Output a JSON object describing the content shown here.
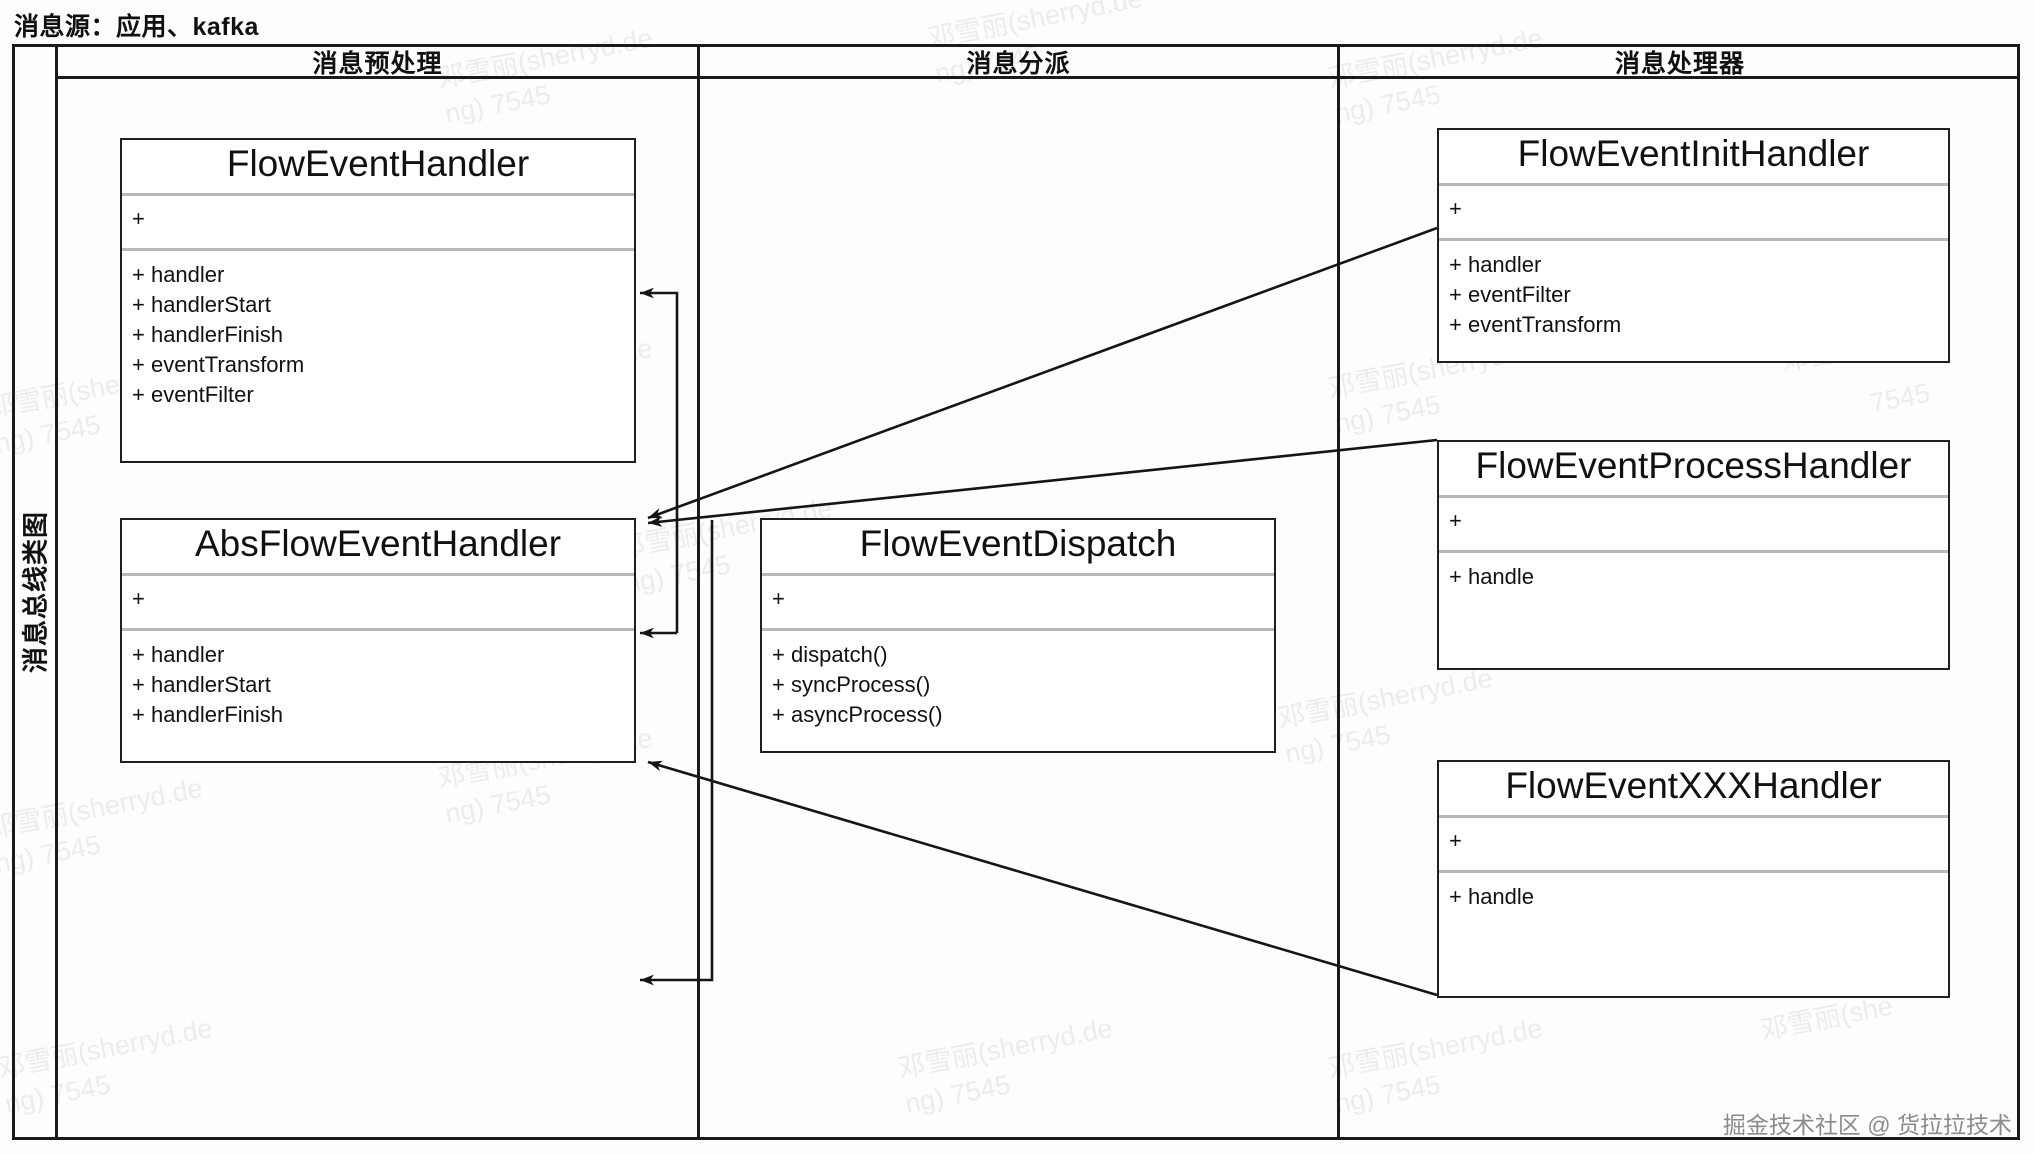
{
  "diagram": {
    "title": "消息源：应用、kafka",
    "lane_label": "消息总线类图",
    "credit": "掘金技术社区 @ 货拉拉技术",
    "watermark_line1": "邓雪丽(sherryd.de",
    "watermark_line2": "ng) 7545"
  },
  "columns": [
    {
      "id": "preprocess",
      "header": "消息预处理"
    },
    {
      "id": "dispatch",
      "header": "消息分派"
    },
    {
      "id": "handler",
      "header": "消息处理器"
    }
  ],
  "classes": {
    "flow_event_handler": {
      "name": "FlowEventHandler",
      "attributes": [
        "+"
      ],
      "operations": [
        "+ handler",
        "+ handlerStart",
        "+ handlerFinish",
        "+ eventTransform",
        "+ eventFilter"
      ]
    },
    "abs_flow_event_handler": {
      "name": "AbsFlowEventHandler",
      "attributes": [
        "+"
      ],
      "operations": [
        "+ handler",
        "+ handlerStart",
        "+ handlerFinish"
      ]
    },
    "flow_event_dispatch": {
      "name": "FlowEventDispatch",
      "attributes": [
        "+"
      ],
      "operations": [
        "+ dispatch()",
        "+ syncProcess()",
        "+ asyncProcess()"
      ]
    },
    "flow_event_init_handler": {
      "name": "FlowEventInitHandler",
      "attributes": [
        "+"
      ],
      "operations": [
        "+ handler",
        "+ eventFilter",
        "+ eventTransform"
      ]
    },
    "flow_event_process_handler": {
      "name": "FlowEventProcessHandler",
      "attributes": [
        "+"
      ],
      "operations": [
        "+ handle"
      ]
    },
    "flow_event_xxx_handler": {
      "name": "FlowEventXXXHandler",
      "attributes": [
        "+"
      ],
      "operations": [
        "+ handle"
      ]
    }
  },
  "relations": [
    {
      "from": "abs_flow_event_handler",
      "to": "flow_event_handler",
      "kind": "realization-arrow"
    },
    {
      "from": "flow_event_init_handler",
      "to": "abs_flow_event_handler",
      "kind": "generalization-arrow"
    },
    {
      "from": "flow_event_process_handler",
      "to": "abs_flow_event_handler",
      "kind": "generalization-arrow"
    },
    {
      "from": "flow_event_xxx_handler",
      "to": "abs_flow_event_handler",
      "kind": "generalization-arrow"
    },
    {
      "from": "flow_event_dispatch",
      "to": "abs_flow_event_handler",
      "kind": "association-arrow"
    }
  ],
  "colors": {
    "stroke": "#1f1f1f",
    "divider": "#b8b8b8",
    "frame": "#1a1a1a",
    "background": "#fdfdfb",
    "credit": "#8b8b8b",
    "watermark": "#ececec"
  }
}
